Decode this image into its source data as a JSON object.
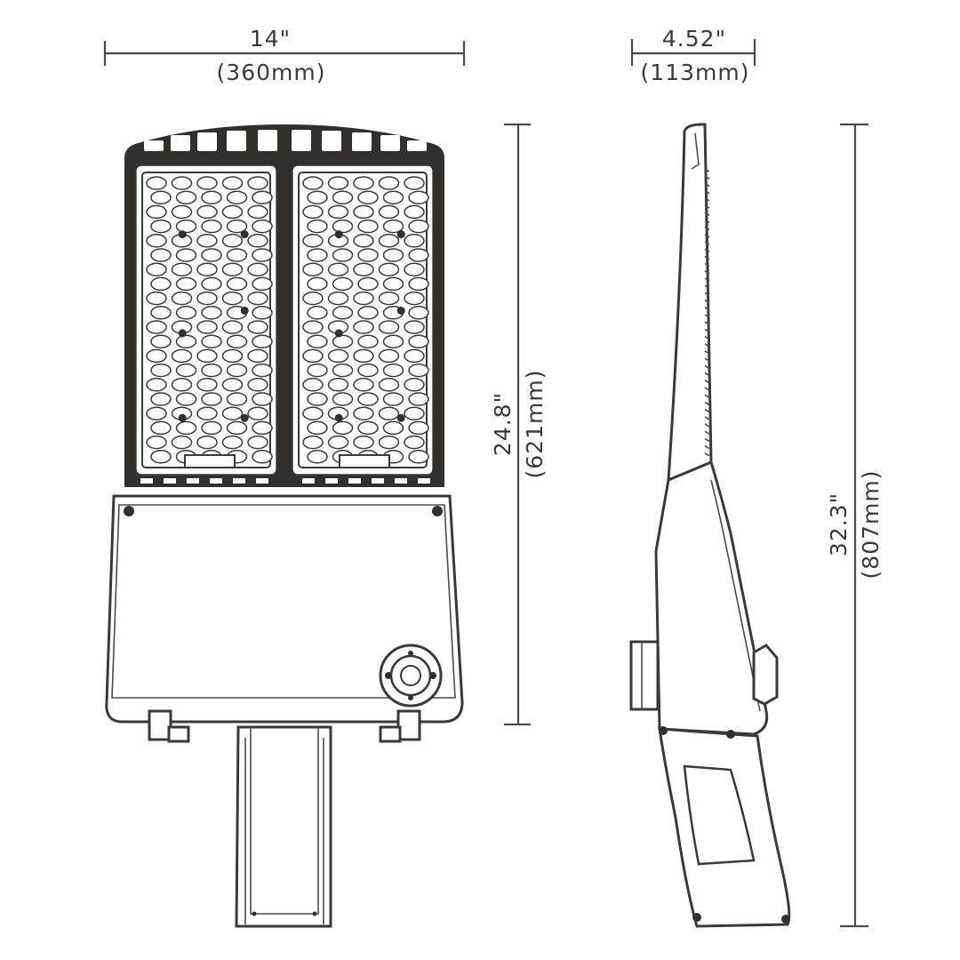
{
  "dimensions": {
    "front_width": {
      "imperial": "14\"",
      "metric": "(360mm)"
    },
    "side_depth": {
      "imperial": "4.52\"",
      "metric": "(113mm)"
    },
    "body_height": {
      "imperial": "24.8\"",
      "metric": "(621mm)"
    },
    "total_height": {
      "imperial": "32.3\"",
      "metric": "(807mm)"
    }
  },
  "colors": {
    "line": "#4a4a4a",
    "housing": "#332f2d",
    "background": "#ffffff"
  }
}
